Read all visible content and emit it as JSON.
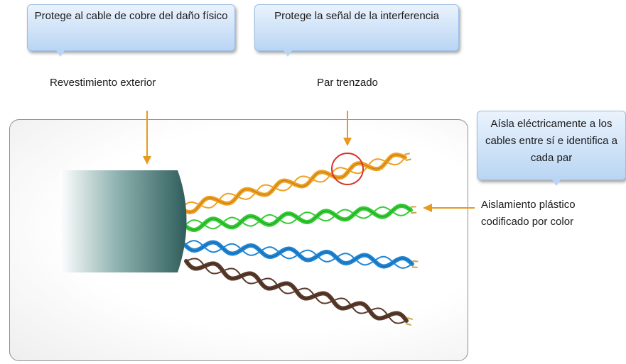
{
  "callouts": {
    "jacket_desc": "Protege al cable de cobre del daño físico",
    "twist_desc": "Protege la señal de la interferencia",
    "insulation_desc": "Aísla eléctricamente a los cables entre sí e identifica a cada par"
  },
  "labels": {
    "jacket": "Revestimiento exterior",
    "twisted_pair": "Par trenzado",
    "insulation": "Aislamiento plástico codificado por color"
  },
  "colors": {
    "arrow": "#e89a1c",
    "highlight_circle": "#d6342a",
    "jacket": "#3d6b69",
    "pair_orange": "#f0a020",
    "pair_green": "#33cc33",
    "pair_blue": "#1f86d6",
    "pair_brown": "#5a3a2a"
  }
}
